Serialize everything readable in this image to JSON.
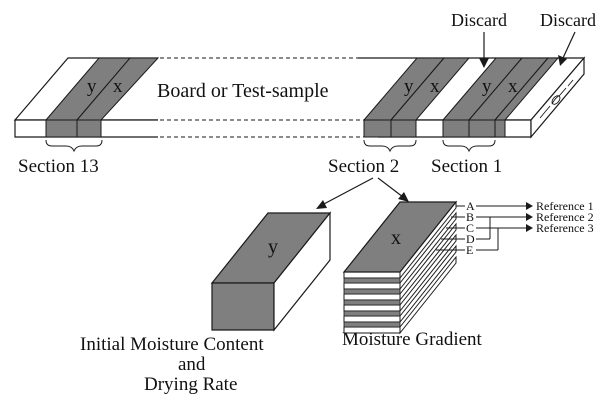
{
  "colors": {
    "stroke": "#1a1a1a",
    "shade": "#7f7f7f",
    "face": "#ffffff",
    "background": "#ffffff"
  },
  "board": {
    "label": "Board or Test-sample",
    "section_labels": {
      "y": "y",
      "x": "x"
    }
  },
  "top_labels": {
    "discard_1": "Discard",
    "discard_2": "Discard"
  },
  "sections": {
    "section_13": "Section 13",
    "section_2": "Section 2",
    "section_1": "Section 1"
  },
  "block_y": {
    "letter": "y",
    "caption_line1": "Initial Moisture Content",
    "caption_line2": "and",
    "caption_line3": "Drying Rate"
  },
  "block_x": {
    "letter": "x",
    "caption": "Moisture Gradient"
  },
  "layers": [
    "A",
    "B",
    "C",
    "D",
    "E"
  ],
  "references": [
    "Reference 1",
    "Reference 2",
    "Reference 3"
  ]
}
